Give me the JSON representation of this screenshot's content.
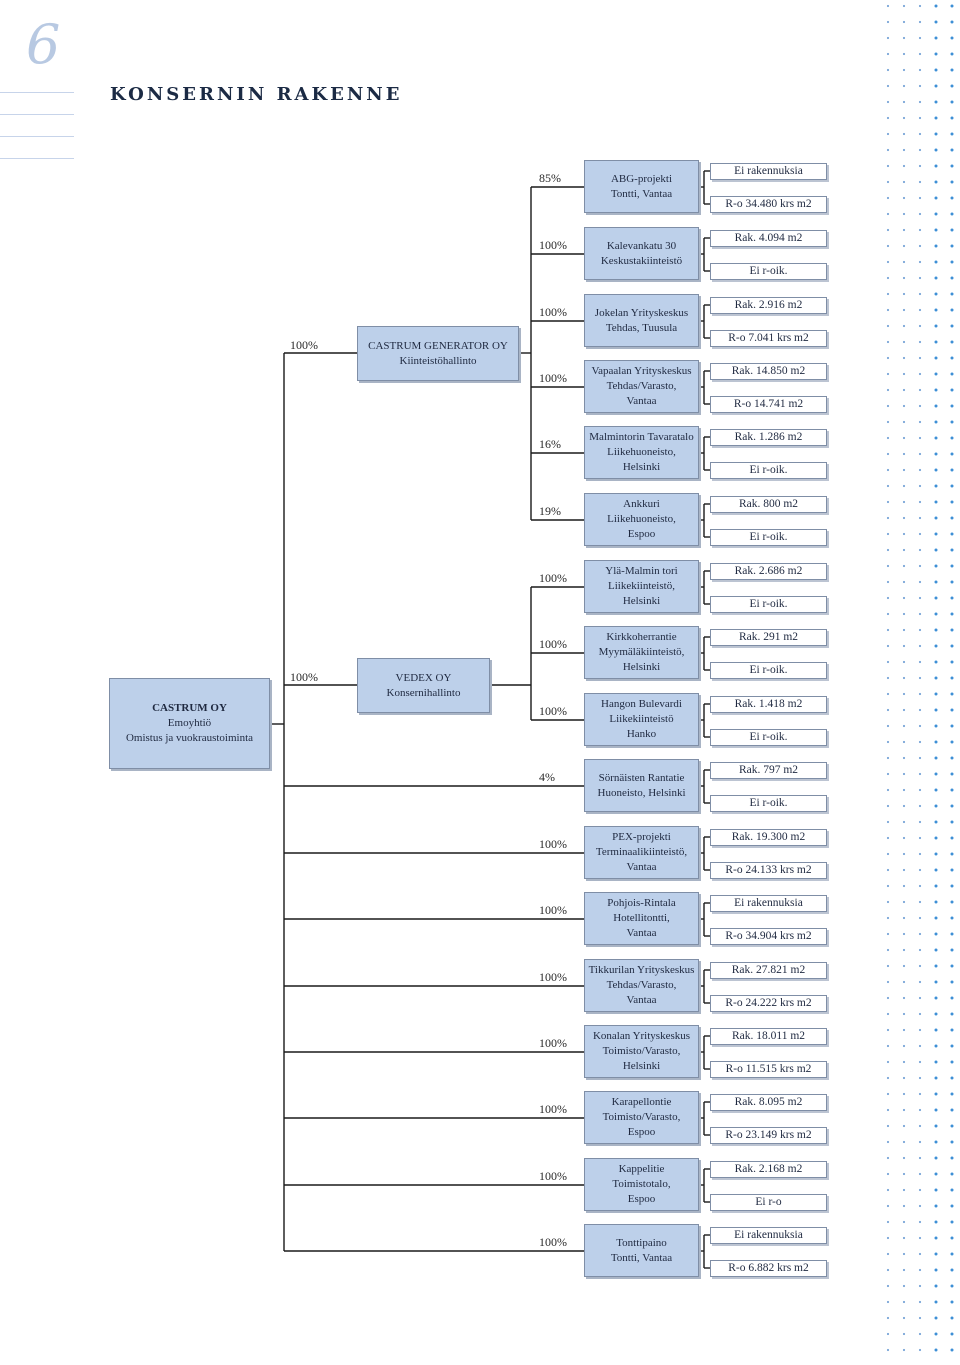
{
  "page": {
    "number": "6",
    "title": "KONSERNIN RAKENNE"
  },
  "colors": {
    "box_fill": "#bdd0ea",
    "box_border": "#7f8ea6",
    "accent_dots": "#3d8fd6"
  },
  "root": {
    "lines": [
      "CASTRUM OY",
      "Emoyhtiö",
      "Omistus ja vuokraustoiminta"
    ]
  },
  "subsidiaries": [
    {
      "pct": "100%",
      "lines": [
        "CASTRUM GENERATOR OY",
        "Kiinteistöhallinto"
      ]
    },
    {
      "pct": "100%",
      "lines": [
        "VEDEX OY",
        "Konsernihallinto"
      ]
    }
  ],
  "properties": [
    {
      "pct": "85%",
      "lines": [
        "ABG-projekti",
        "Tontti, Vantaa"
      ],
      "info": [
        "Ei rakennuksia",
        "R-o 34.480 krs m2"
      ]
    },
    {
      "pct": "100%",
      "lines": [
        "Kalevankatu 30",
        "Keskustakiinteistö"
      ],
      "info": [
        "Rak. 4.094 m2",
        "Ei r-oik."
      ]
    },
    {
      "pct": "100%",
      "lines": [
        "Jokelan Yrityskeskus",
        "Tehdas, Tuusula"
      ],
      "info": [
        "Rak. 2.916 m2",
        "R-o 7.041 krs m2"
      ]
    },
    {
      "pct": "100%",
      "lines": [
        "Vapaalan Yrityskeskus",
        "Tehdas/Varasto,",
        "Vantaa"
      ],
      "info": [
        "Rak. 14.850 m2",
        "R-o 14.741 m2"
      ]
    },
    {
      "pct": "16%",
      "lines": [
        "Malmintorin Tavaratalo",
        "Liikehuoneisto,",
        "Helsinki"
      ],
      "info": [
        "Rak. 1.286 m2",
        "Ei r-oik."
      ]
    },
    {
      "pct": "19%",
      "lines": [
        "Ankkuri",
        "Liikehuoneisto,",
        "Espoo"
      ],
      "info": [
        "Rak. 800 m2",
        "Ei r-oik."
      ]
    },
    {
      "pct": "100%",
      "lines": [
        "Ylä-Malmin tori",
        "Liikekiinteistö,",
        "Helsinki"
      ],
      "info": [
        "Rak. 2.686 m2",
        "Ei r-oik."
      ]
    },
    {
      "pct": "100%",
      "lines": [
        "Kirkkoherrantie",
        "Myymäläkiinteistö,",
        "Helsinki"
      ],
      "info": [
        "Rak. 291 m2",
        "Ei r-oik."
      ]
    },
    {
      "pct": "100%",
      "lines": [
        "Hangon Bulevardi",
        "Liikekiinteistö",
        "Hanko"
      ],
      "info": [
        "Rak. 1.418 m2",
        "Ei r-oik."
      ]
    },
    {
      "pct": "4%",
      "lines": [
        "Sörnäisten Rantatie",
        "Huoneisto, Helsinki"
      ],
      "info": [
        "Rak. 797 m2",
        "Ei r-oik."
      ]
    },
    {
      "pct": "100%",
      "lines": [
        "PEX-projekti",
        "Terminaalikiinteistö,",
        "Vantaa"
      ],
      "info": [
        "Rak. 19.300 m2",
        "R-o 24.133 krs m2"
      ]
    },
    {
      "pct": "100%",
      "lines": [
        "Pohjois-Rintala",
        "Hotellitontti,",
        "Vantaa"
      ],
      "info": [
        "Ei rakennuksia",
        "R-o 34.904 krs m2"
      ]
    },
    {
      "pct": "100%",
      "lines": [
        "Tikkurilan Yrityskeskus",
        "Tehdas/Varasto,",
        "Vantaa"
      ],
      "info": [
        "Rak. 27.821 m2",
        "R-o 24.222 krs m2"
      ]
    },
    {
      "pct": "100%",
      "lines": [
        "Konalan Yrityskeskus",
        "Toimisto/Varasto,",
        "Helsinki"
      ],
      "info": [
        "Rak. 18.011 m2",
        "R-o 11.515 krs m2"
      ]
    },
    {
      "pct": "100%",
      "lines": [
        "Karapellontie",
        "Toimisto/Varasto,",
        "Espoo"
      ],
      "info": [
        "Rak. 8.095 m2",
        "R-o 23.149 krs m2"
      ]
    },
    {
      "pct": "100%",
      "lines": [
        "Kappelitie",
        "Toimistotalo,",
        "Espoo"
      ],
      "info": [
        "Rak. 2.168 m2",
        "Ei r-o"
      ]
    },
    {
      "pct": "100%",
      "lines": [
        "Tonttipaino",
        "Tontti, Vantaa"
      ],
      "info": [
        "Ei rakennuksia",
        "R-o 6.882 krs m2"
      ]
    }
  ]
}
